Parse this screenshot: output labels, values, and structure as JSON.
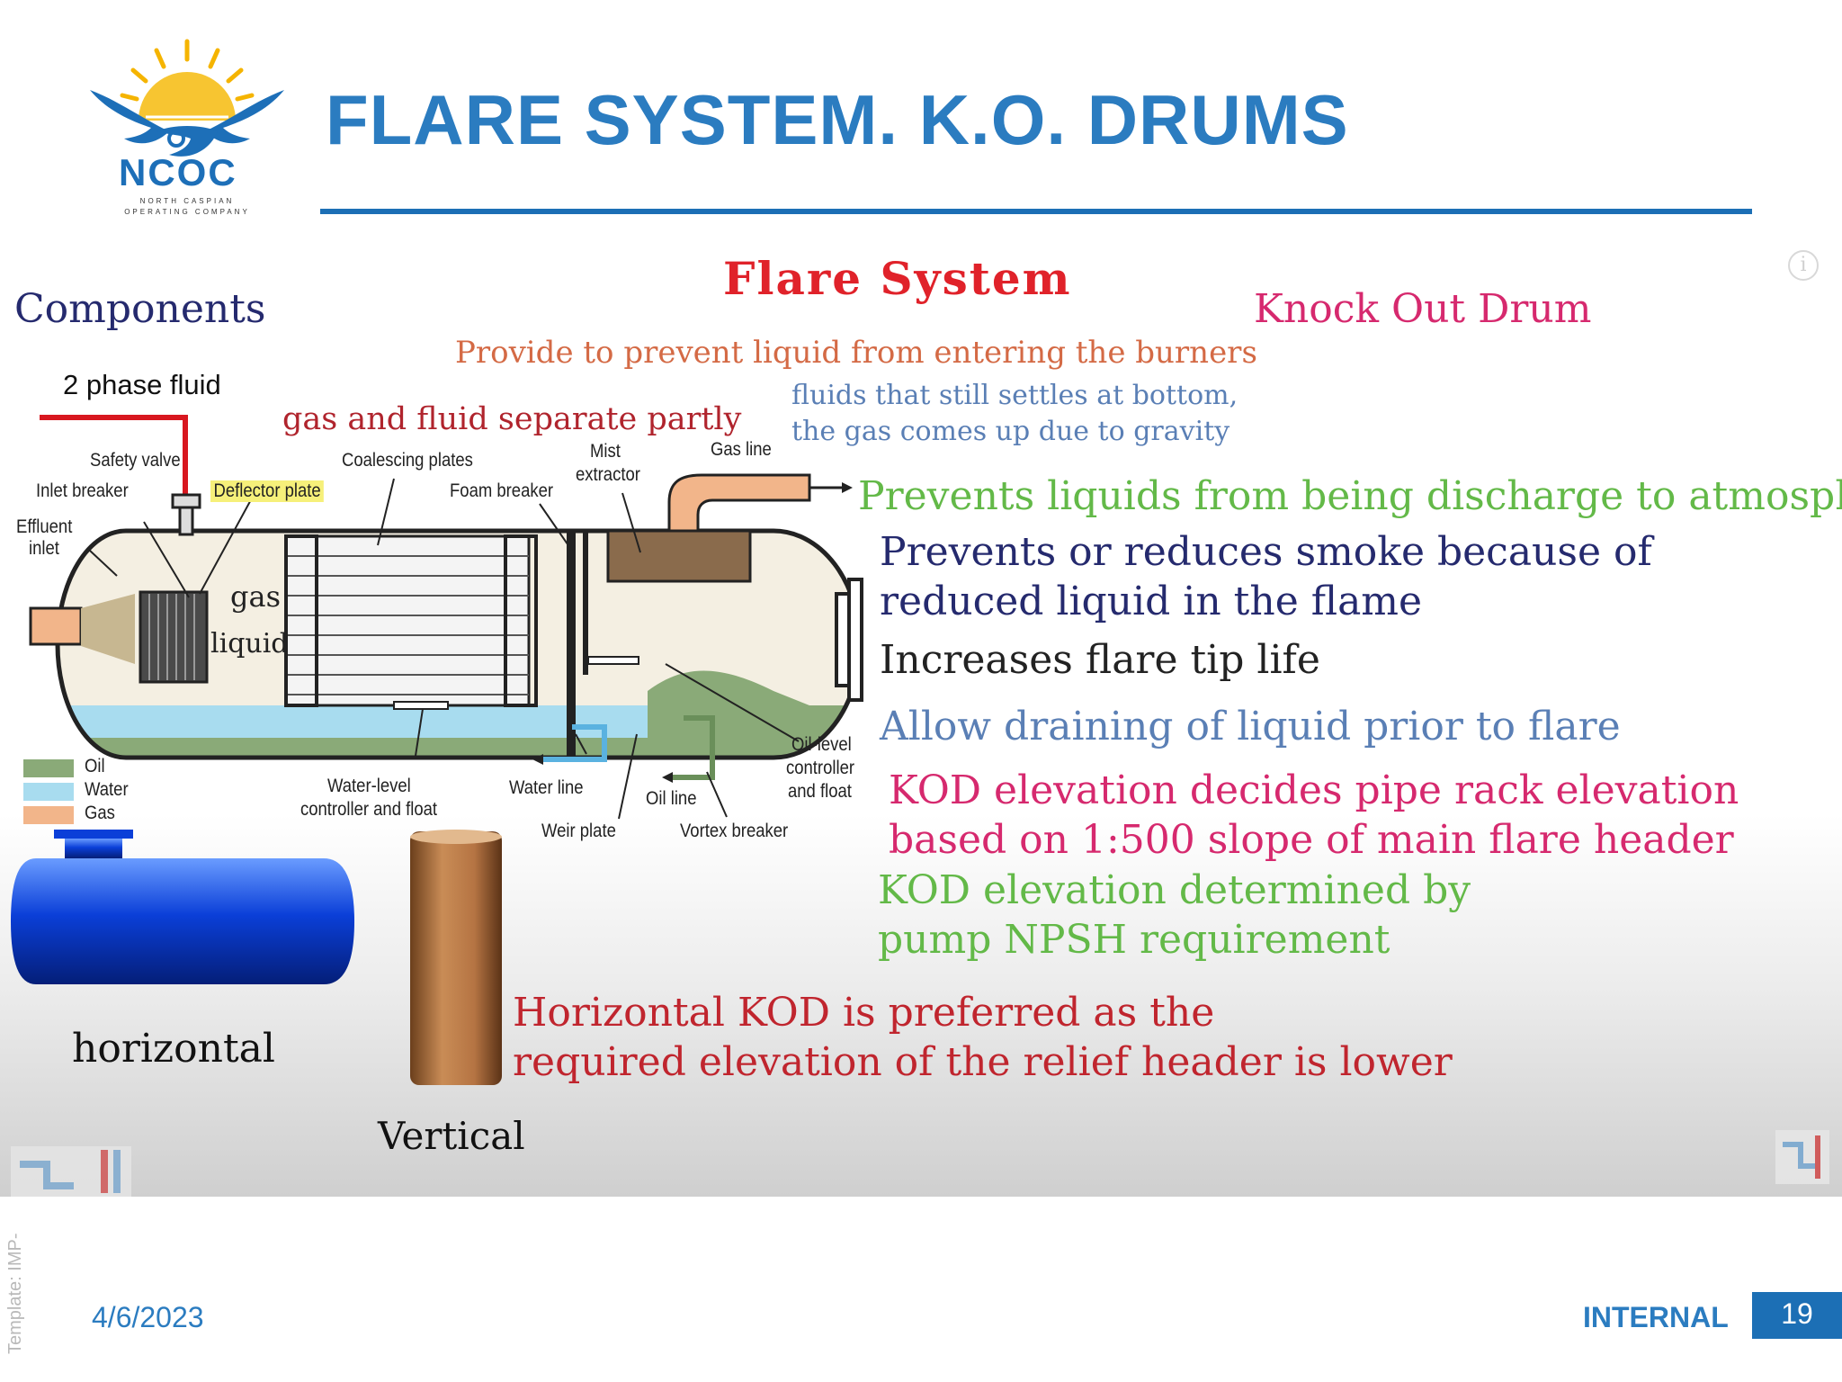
{
  "header": {
    "title": "FLARE SYSTEM. K.O. DRUMS",
    "logo_text": "NCOC",
    "logo_subtext": "NORTH CASPIAN OPERATING COMPANY"
  },
  "figure": {
    "heading": "Flare System",
    "components_label": "Components",
    "kod_label": "Knock Out Drum",
    "purpose": "Provide to prevent liquid from entering the burners",
    "two_phase": "2 phase fluid",
    "separate_note": "gas and fluid separate partly",
    "settle_note_1": "fluids that still settles at bottom,",
    "settle_note_2": "the gas comes up due to gravity",
    "diagram_labels": {
      "safety_valve": "Safety valve",
      "inlet_breaker": "Inlet breaker",
      "effluent_inlet_1": "Effluent",
      "effluent_inlet_2": "inlet",
      "deflector_plate": "Deflector plate",
      "coalescing_plates": "Coalescing plates",
      "foam_breaker": "Foam breaker",
      "mist_extractor_1": "Mist",
      "mist_extractor_2": "extractor",
      "gas_line": "Gas line",
      "gas": "gas",
      "liquid": "liquid",
      "water_level_1": "Water-level",
      "water_level_2": "controller and float",
      "water_line": "Water line",
      "weir_plate": "Weir plate",
      "oil_line": "Oil line",
      "vortex_breaker": "Vortex breaker",
      "oil_level_1": "Oil-level",
      "oil_level_2": "controller",
      "oil_level_3": "and float"
    },
    "legend": [
      "Oil",
      "Water",
      "Gas"
    ],
    "horizontal_label": "horizontal",
    "vertical_label": "Vertical",
    "bullets": {
      "b1": "Prevents liquids from being discharge to atmosphere",
      "b2a": "Prevents or reduces smoke because of",
      "b2b": "reduced liquid in the flame",
      "b3": "Increases flare tip life",
      "b4": "Allow draining of liquid prior to flare",
      "b5a": "KOD elevation decides pipe rack elevation",
      "b5b": "based on 1:500 slope of main flare header",
      "b6a": "KOD elevation determined by",
      "b6b": "pump NPSH requirement",
      "b7a": "Horizontal KOD is preferred as the",
      "b7b": "required elevation of the relief header is lower"
    },
    "colors": {
      "oil": "#8aaa78",
      "water": "#a8dcef",
      "gas": "#f2b58a",
      "heading": "#e0222a",
      "green": "#63b948",
      "navy": "#252a6e",
      "blue": "#5a7fb5",
      "pink": "#d6296e",
      "crimson": "#c0252e",
      "orange": "#d46a45"
    }
  },
  "footer": {
    "date": "4/6/2023",
    "classification": "INTERNAL",
    "page": "19",
    "template": "Template: IMP-"
  }
}
